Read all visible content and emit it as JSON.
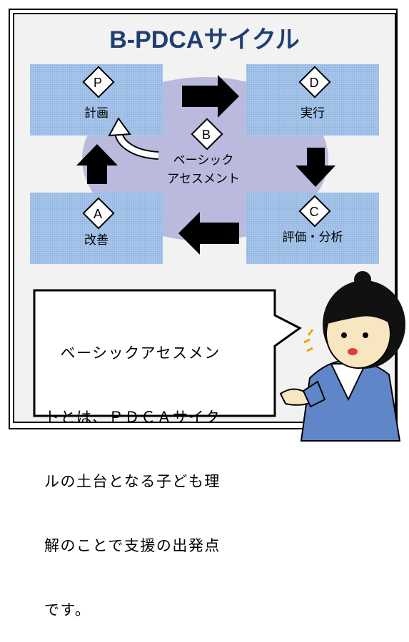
{
  "title": "B-PDCAサイクル",
  "nodes": {
    "plan": {
      "letter": "P",
      "label": "計画"
    },
    "do": {
      "letter": "D",
      "label": "実行"
    },
    "check": {
      "letter": "C",
      "label": "評価・分析"
    },
    "act": {
      "letter": "A",
      "label": "改善"
    },
    "basic": {
      "letter": "B",
      "label_line1": "ベーシック",
      "label_line2": "アセスメント"
    }
  },
  "speech_bubble": {
    "text": "　ベーシックアセスメントとは、ＰＤＣＡサイクルの土台となる子ども理解のことで支援の出発点です。",
    "lines": [
      "　ベーシックアセスメン",
      "トとは、ＰＤＣＡサイク",
      "ルの土台となる子ども理",
      "解のことで支援の出発点",
      "です。"
    ]
  },
  "colors": {
    "title": "#1f3f73",
    "box": "#a8c7ec",
    "ellipse": "#b6b6dc",
    "arrow": "#000000"
  }
}
